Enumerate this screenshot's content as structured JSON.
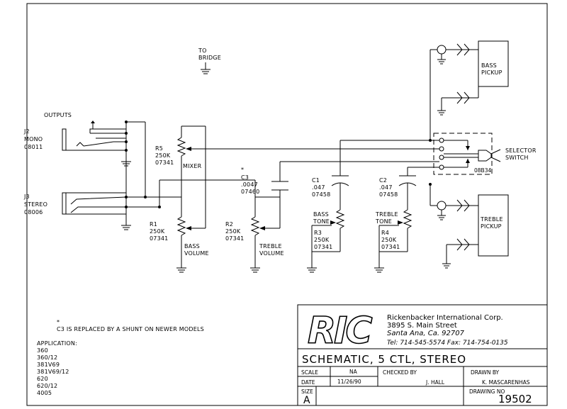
{
  "labels": {
    "to_bridge": [
      "TO",
      "BRIDGE"
    ],
    "outputs": "OUTPUTS",
    "j2": [
      "J2",
      "MONO",
      "08011"
    ],
    "j3": [
      "J3",
      "STEREO",
      "08006"
    ],
    "r5": [
      "R5",
      "250K",
      "07341"
    ],
    "mixer": "MIXER",
    "c3_star": "*",
    "c3": [
      "C3",
      ".0047",
      "07460"
    ],
    "c1": [
      "C1",
      ".047",
      "07458"
    ],
    "c2": [
      "C2",
      ".047",
      "07458"
    ],
    "r1": [
      "R1",
      "250K",
      "07341"
    ],
    "bass_volume": [
      "BASS",
      "VOLUME"
    ],
    "r2": [
      "R2",
      "250K",
      "07341"
    ],
    "treble_volume": [
      "TREBLE",
      "VOLUME"
    ],
    "bass_tone": [
      "BASS",
      "TONE"
    ],
    "r3": [
      "R3",
      "250K",
      "07341"
    ],
    "treble_tone": [
      "TREBLE",
      "TONE"
    ],
    "r4": [
      "R4",
      "250K",
      "07341"
    ],
    "bass_pickup": [
      "BASS",
      "PICKUP"
    ],
    "treble_pickup": [
      "TREBLE",
      "PICKUP"
    ],
    "selector_switch": [
      "SELECTOR",
      "SWITCH"
    ],
    "switch_part": "08B34"
  },
  "notes": {
    "star": "*",
    "c3_note": "C3 IS REPLACED BY A SHUNT ON NEWER MODELS",
    "applications_title": "APPLICATION:",
    "applications": [
      "360",
      "360/12",
      "381V69",
      "381V69/12",
      "620",
      "620/12",
      "4005"
    ]
  },
  "title_block": {
    "logo": "RIC",
    "company": "Rickenbacker International Corp.",
    "address1": "3895 S. Main Street",
    "address2": "Santa Ana, Ca. 92707",
    "phone": "Tel: 714-545-5574   Fax: 714-754-0135",
    "title": "SCHEMATIC, 5 CTL, STEREO",
    "scale_label": "SCALE",
    "scale_value": "NA",
    "date_label": "DATE",
    "date_value": "11/26/90",
    "checked_label": "CHECKED BY",
    "checked_value": "J. HALL",
    "drawn_label": "DRAWN BY",
    "drawn_value": "K. MASCARENHAS",
    "size_label": "SIZE",
    "size_value": "A",
    "drawing_no_label": "DRAWING NO",
    "drawing_no_value": "19502"
  }
}
